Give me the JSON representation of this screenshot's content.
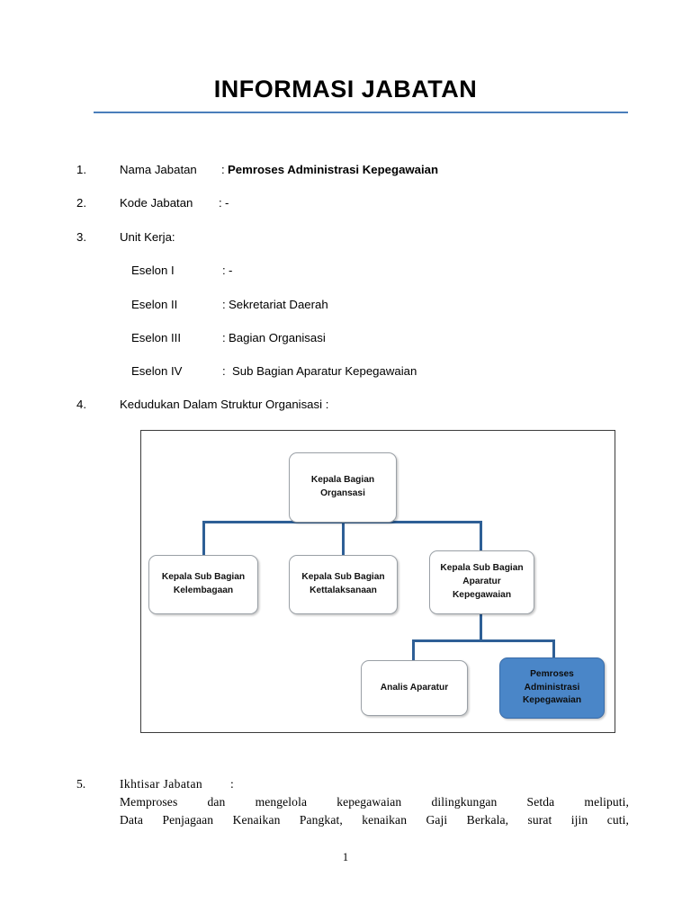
{
  "document": {
    "title": "INFORMASI JABATAN",
    "page_number": "1",
    "accent_color": "#4a7ebb",
    "highlight_color": "#4a86c8",
    "connector_color": "#2e5f96"
  },
  "fields": [
    {
      "num": "1.",
      "label": "Nama Jabatan",
      "sep": ":",
      "value": "Pemroses Administrasi Kepegawaian",
      "bold": true
    },
    {
      "num": "2.",
      "label": "Kode Jabatan",
      "sep": ":",
      "value": "-",
      "bold": false
    },
    {
      "num": "3.",
      "label": "Unit Kerja:",
      "sep": "",
      "value": "",
      "bold": false
    }
  ],
  "eselon": [
    {
      "label": "Eselon I",
      "sep": ":",
      "value": "-"
    },
    {
      "label": "Eselon II",
      "sep": ":",
      "value": "Sekretariat Daerah"
    },
    {
      "label": "Eselon III",
      "sep": ":",
      "value": "Bagian Organisasi"
    },
    {
      "label": "Eselon IV",
      "sep": ":",
      "value": "Sub Bagian Aparatur Kepegawaian"
    }
  ],
  "section4": {
    "num": "4.",
    "label": "Kedudukan Dalam Struktur Organisasi :"
  },
  "chart_data": {
    "type": "diagram",
    "title": "Kedudukan Dalam Struktur Organisasi",
    "nodes": [
      {
        "id": "root",
        "lines": [
          "Kepala Bagian",
          "Organsasi"
        ],
        "highlight": false
      },
      {
        "id": "sub1",
        "lines": [
          "Kepala Sub Bagian",
          "Kelembagaan"
        ],
        "highlight": false
      },
      {
        "id": "sub2",
        "lines": [
          "Kepala Sub Bagian",
          "Kettalaksanaan"
        ],
        "highlight": false
      },
      {
        "id": "sub3",
        "lines": [
          "Kepala  Sub Bagian",
          "Aparatur",
          "Kepegawaian"
        ],
        "highlight": false
      },
      {
        "id": "leaf1",
        "lines": [
          "Analis Aparatur"
        ],
        "highlight": false
      },
      {
        "id": "leaf2",
        "lines": [
          "Pemroses",
          "Administrasi",
          "Kepegawaian"
        ],
        "highlight": true
      }
    ],
    "edges": [
      {
        "from": "root",
        "to": "sub1"
      },
      {
        "from": "root",
        "to": "sub2"
      },
      {
        "from": "root",
        "to": "sub3"
      },
      {
        "from": "sub3",
        "to": "leaf1"
      },
      {
        "from": "sub3",
        "to": "leaf2"
      }
    ]
  },
  "section5": {
    "num": "5.",
    "label": "Ikhtisar Jabatan",
    "sep": ":",
    "line1": "Memproses dan mengelola kepegawaian dilingkungan Setda meliputi,",
    "line2": "Data Penjagaan Kenaikan Pangkat, kenaikan Gaji Berkala, surat ijin cuti,"
  }
}
